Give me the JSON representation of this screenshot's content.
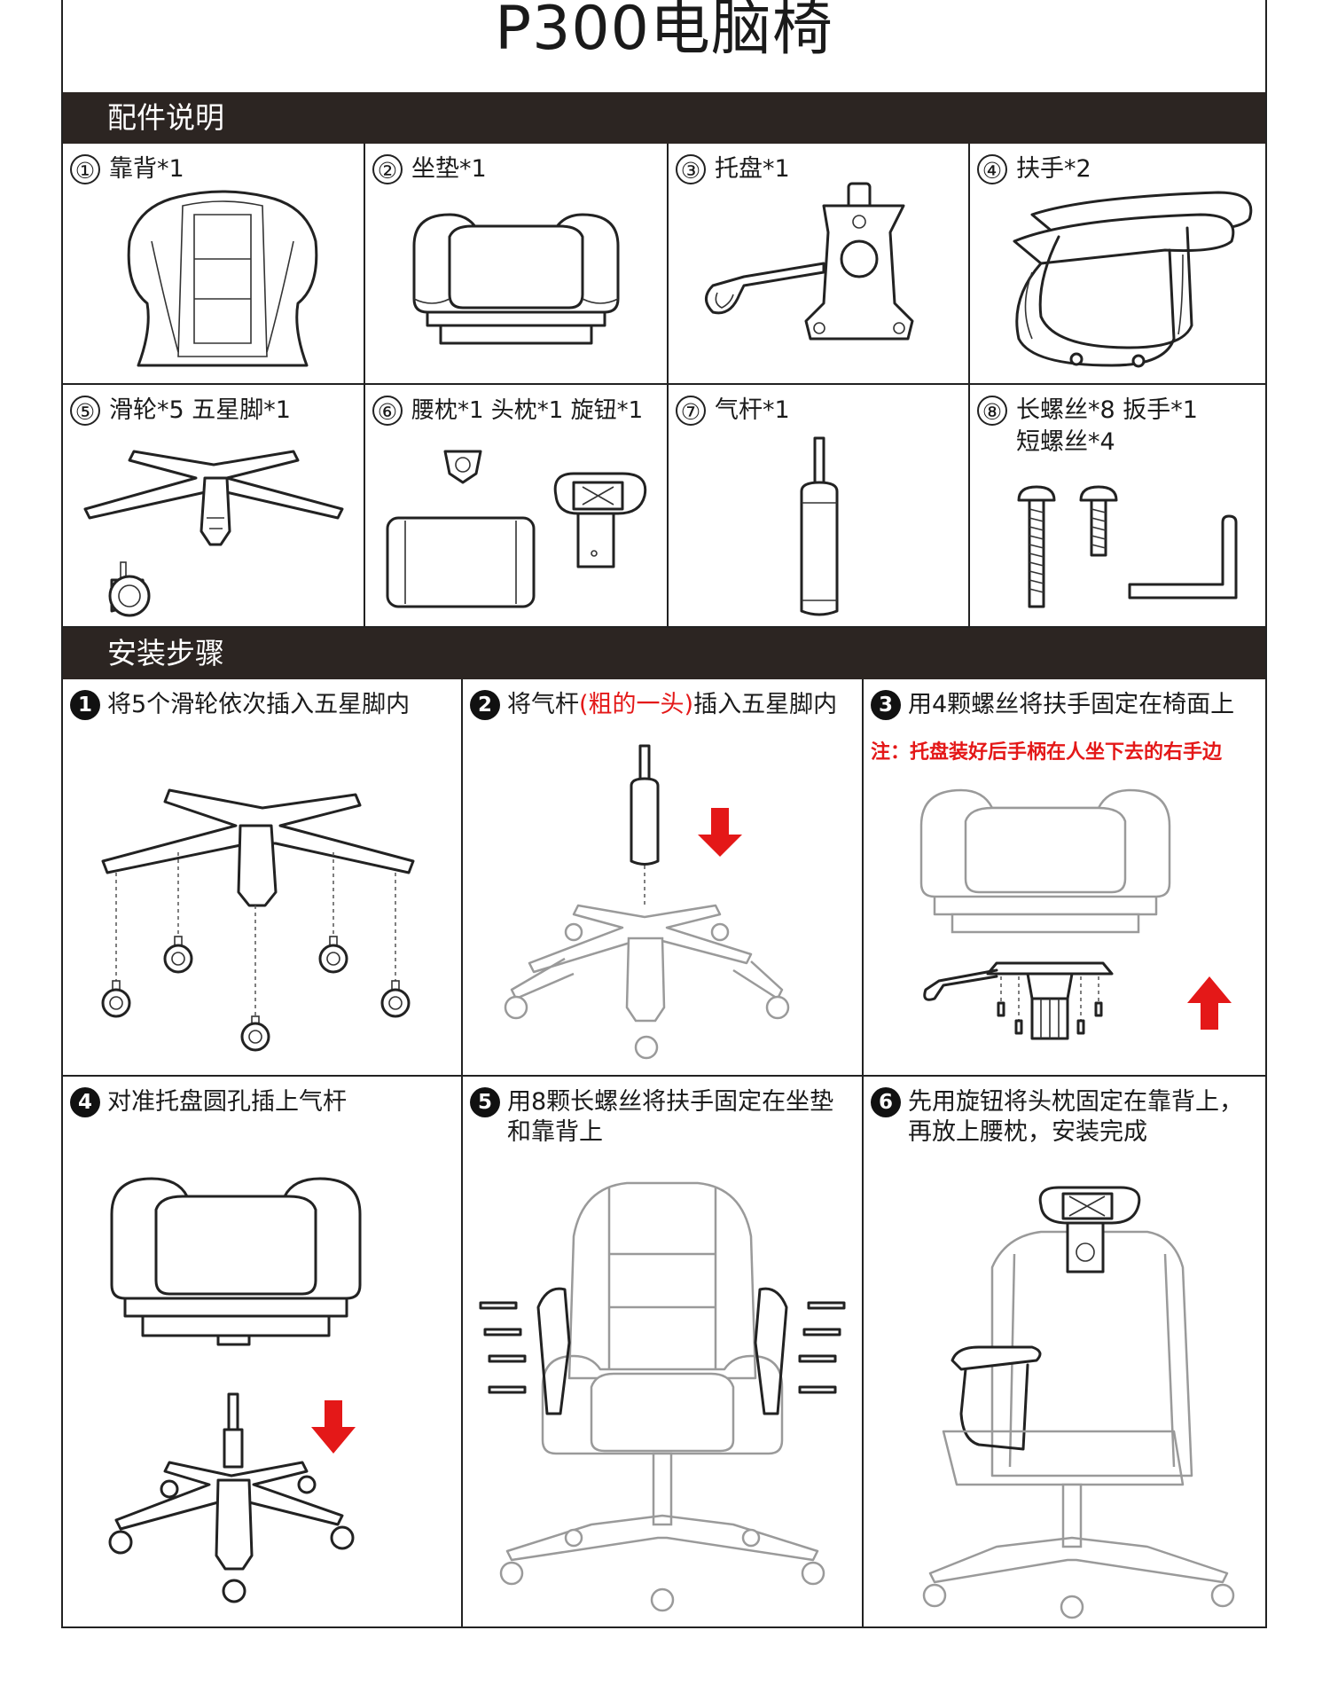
{
  "title": "P300电脑椅",
  "parts_section": {
    "heading": "配件说明",
    "parts": [
      {
        "num": "①",
        "label": "靠背*1",
        "icon": "backrest-icon"
      },
      {
        "num": "②",
        "label": "坐垫*1",
        "icon": "seat-cushion-icon"
      },
      {
        "num": "③",
        "label": "托盘*1",
        "icon": "tray-mechanism-icon"
      },
      {
        "num": "④",
        "label": "扶手*2",
        "icon": "armrest-icon"
      },
      {
        "num": "⑤",
        "label": "滑轮*5  五星脚*1",
        "icon": "base-and-caster-icon"
      },
      {
        "num": "⑥",
        "label": "腰枕*1 头枕*1 旋钮*1",
        "icon": "pillow-headrest-knob-icon"
      },
      {
        "num": "⑦",
        "label": "气杆*1",
        "icon": "gas-lift-icon"
      },
      {
        "num": "⑧",
        "label": "长螺丝*8  扳手*1",
        "label2": "短螺丝*4",
        "icon": "screws-wrench-icon"
      }
    ]
  },
  "steps_section": {
    "heading": "安装步骤",
    "steps": [
      {
        "num": "1",
        "text": "将5个滑轮依次插入五星脚内"
      },
      {
        "num": "2",
        "text_before": "将气杆",
        "text_red": "(粗的一头)",
        "text_after": "插入五星脚内"
      },
      {
        "num": "3",
        "text": "用4颗螺丝将扶手固定在椅面上",
        "note": "注：托盘装好后手柄在人坐下去的右手边"
      },
      {
        "num": "4",
        "text": "对准托盘圆孔插上气杆"
      },
      {
        "num": "5",
        "text": "用8颗长螺丝将扶手固定在坐垫",
        "text2": "和靠背上"
      },
      {
        "num": "6",
        "text": "先用旋钮将头枕固定在靠背上，",
        "text2": "再放上腰枕，安装完成"
      }
    ]
  },
  "colors": {
    "section_bar": "#2c2522",
    "accent_red": "#e41818",
    "line": "#222222"
  }
}
